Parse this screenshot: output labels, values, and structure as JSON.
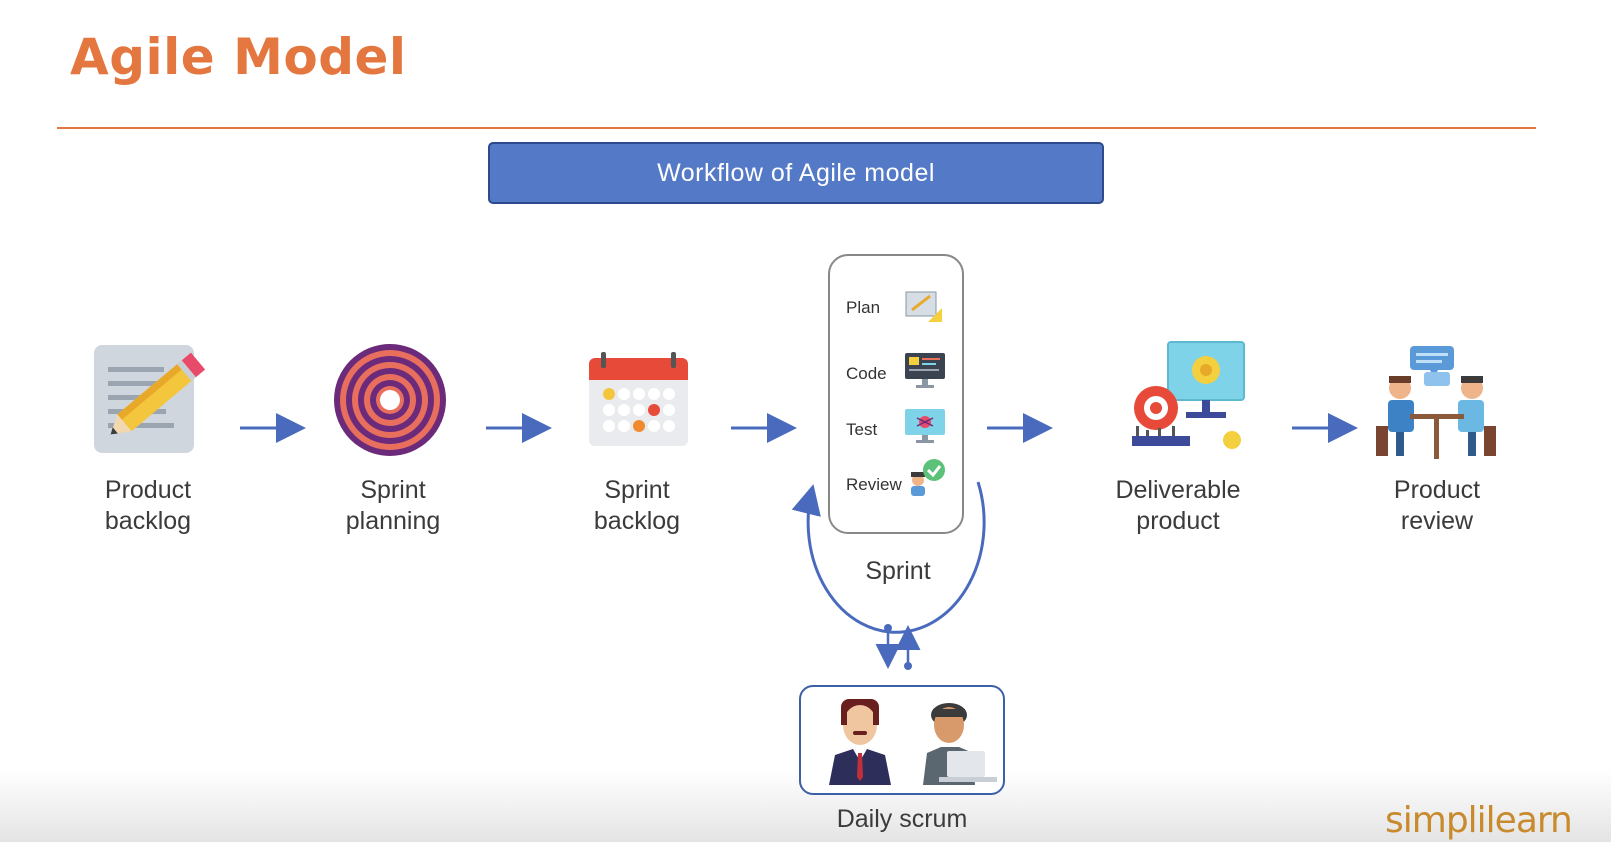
{
  "title": "Agile Model",
  "banner": "Workflow of Agile model",
  "steps": [
    {
      "line1": "Product",
      "line2": "backlog",
      "icon": "pencil-document-icon"
    },
    {
      "line1": "Sprint",
      "line2": "planning",
      "icon": "maze-target-icon"
    },
    {
      "line1": "Sprint",
      "line2": "backlog",
      "icon": "calendar-icon"
    },
    {
      "line1": "Deliverable",
      "line2": "product",
      "icon": "monitor-gear-icon"
    },
    {
      "line1": "Product",
      "line2": "review",
      "icon": "meeting-people-icon"
    }
  ],
  "sprint": {
    "label": "Sprint",
    "items": [
      {
        "label": "Plan",
        "icon": "plan-drafting-icon"
      },
      {
        "label": "Code",
        "icon": "code-monitor-icon"
      },
      {
        "label": "Test",
        "icon": "bug-monitor-icon"
      },
      {
        "label": "Review",
        "icon": "review-check-icon"
      }
    ]
  },
  "scrum": {
    "label": "Daily scrum"
  },
  "logo": "simplilearn",
  "colors": {
    "title": "#e4773f",
    "banner": "#5479c6",
    "arrow": "#4a6bbd"
  }
}
